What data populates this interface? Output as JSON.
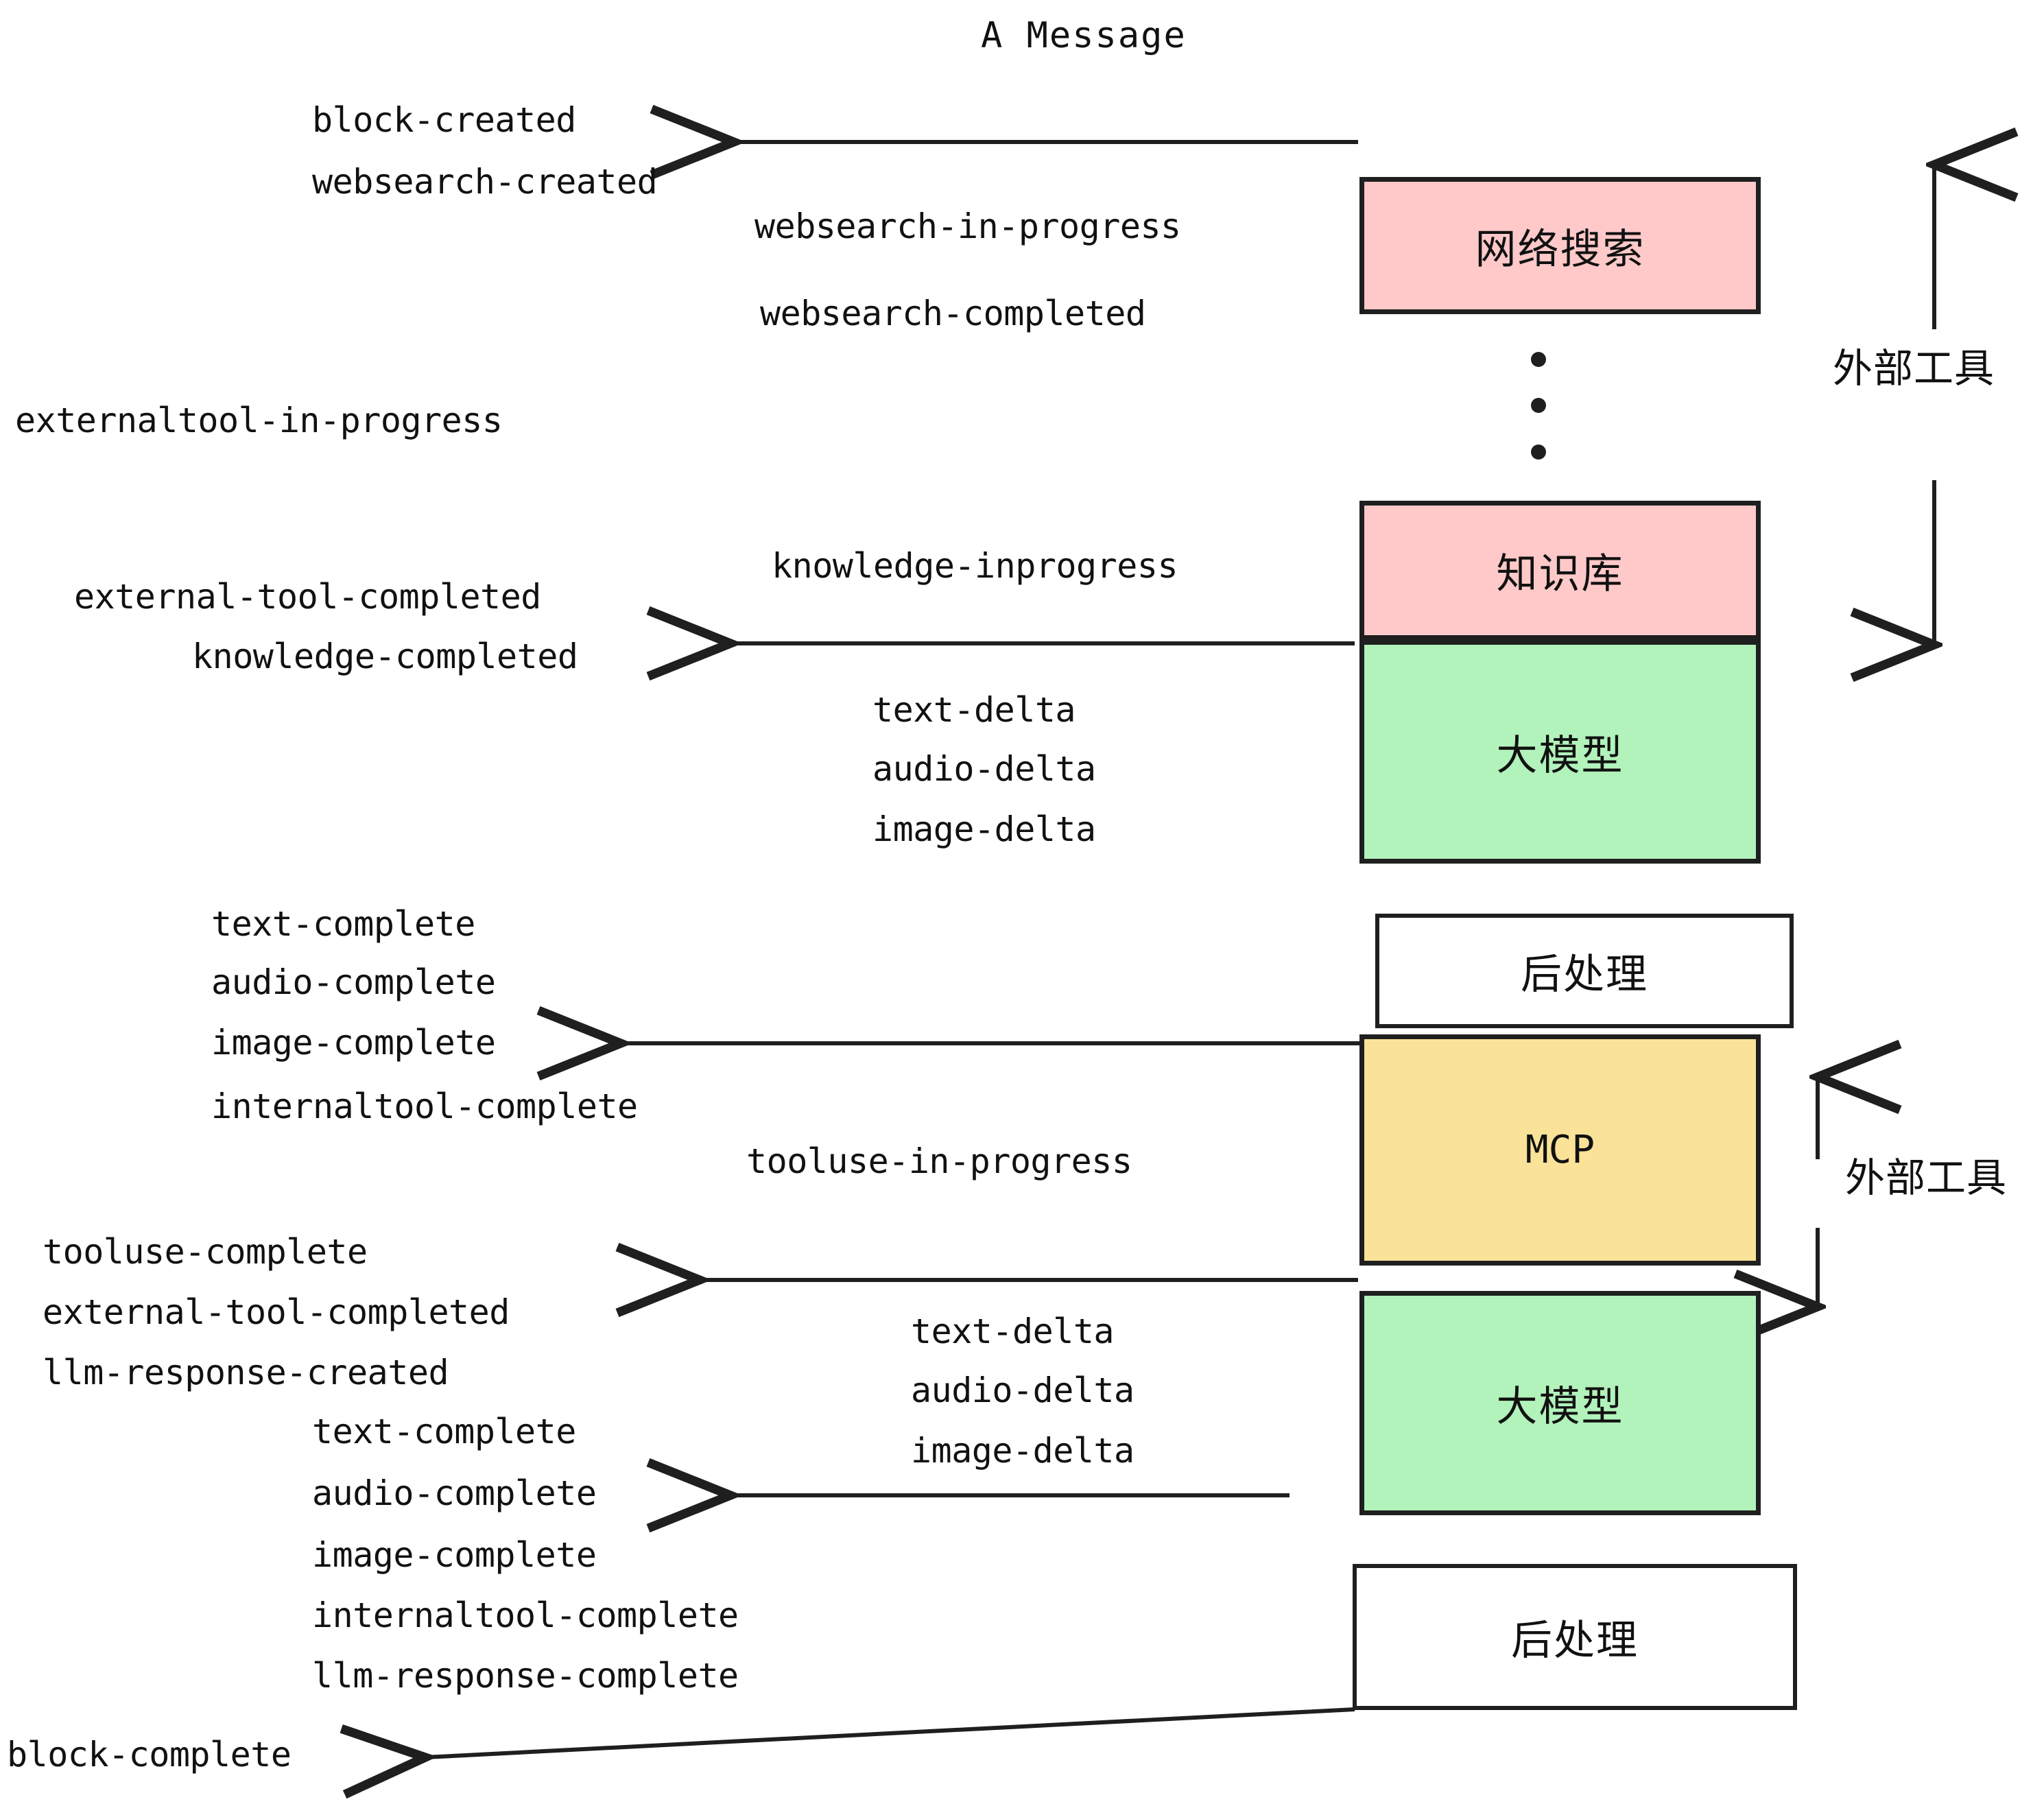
{
  "diagram": {
    "title": "A Message",
    "background": "#ffffff",
    "ink": "#1f1f1f",
    "colors": {
      "pink": "#FFC9C9",
      "green": "#B2F2BB",
      "yellow": "#FAE299",
      "white": "#FFFFFF",
      "stroke": "#1F1F1F"
    }
  },
  "nodes": [
    {
      "id": "websearch",
      "label": "网络搜索",
      "fill": "#FFC9C9"
    },
    {
      "id": "knowledge",
      "label": "知识库",
      "fill": "#FFC9C9"
    },
    {
      "id": "llm-upper",
      "label": "大模型",
      "fill": "#B2F2BB"
    },
    {
      "id": "post-upper",
      "label": "后处理",
      "fill": "#FFFFFF"
    },
    {
      "id": "mcp",
      "label": "MCP",
      "fill": "#FAE299"
    },
    {
      "id": "llm-lower",
      "label": "大模型",
      "fill": "#B2F2BB"
    },
    {
      "id": "post-lower",
      "label": "后处理",
      "fill": "#FFFFFF"
    }
  ],
  "side_labels": [
    {
      "id": "external-tools-top",
      "label": "外部工具"
    },
    {
      "id": "external-tools-bottom",
      "label": "外部工具"
    }
  ],
  "events": {
    "block_created": "block-created",
    "websearch_created": "websearch-created",
    "websearch_in_progress": "websearch-in-progress",
    "websearch_completed": "websearch-completed",
    "externaltool_in_progress": "externaltool-in-progress",
    "knowledge_inprogress": "knowledge-inprogress",
    "external_tool_completed_1": "external-tool-completed",
    "knowledge_completed": "knowledge-completed",
    "text_delta_1": "text-delta",
    "audio_delta_1": "audio-delta",
    "image_delta_1": "image-delta",
    "text_complete_1": "text-complete",
    "audio_complete_1": "audio-complete",
    "image_complete_1": "image-complete",
    "internaltool_complete_1": "internaltool-complete",
    "tooluse_in_progress": "tooluse-in-progress",
    "tooluse_complete": "tooluse-complete",
    "external_tool_completed_2": "external-tool-completed",
    "llm_response_created": "llm-response-created",
    "text_delta_2": "text-delta",
    "audio_delta_2": "audio-delta",
    "image_delta_2": "image-delta",
    "text_complete_2": "text-complete",
    "audio_complete_2": "audio-complete",
    "image_complete_2": "image-complete",
    "internaltool_complete_2": "internaltool-complete",
    "llm_response_complete": "llm-response-complete",
    "block_complete": "block-complete"
  }
}
